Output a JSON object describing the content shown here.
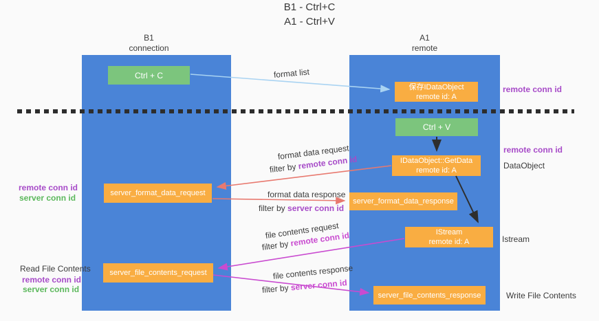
{
  "colors": {
    "panel_blue": "#4a84d7",
    "box_green": "#7cc57d",
    "box_orange": "#f9ad42",
    "arrow_lightblue": "#a9d3f2",
    "arrow_salmon": "#e8796f",
    "arrow_magenta": "#c94bd0",
    "arrow_black": "#2e2e2e",
    "text_purple": "#a74bc8",
    "text_green": "#5cb85c"
  },
  "title": {
    "line1": "B1 - Ctrl+C",
    "line2": "A1 - Ctrl+V"
  },
  "columns": {
    "left": {
      "name": "B1",
      "role": "connection"
    },
    "right": {
      "name": "A1",
      "role": "remote"
    }
  },
  "nodes": {
    "ctrl_c": {
      "label": "Ctrl + C"
    },
    "ctrl_v": {
      "label": "Ctrl + V"
    },
    "save_dataobject": {
      "line1": "保存IDataObject",
      "line2": "remote id: A"
    },
    "getdata": {
      "line1": "IDataObject::GetData",
      "line2": "remote id: A"
    },
    "istream": {
      "line1": "IStream",
      "line2": "remote id: A"
    },
    "format_request": {
      "label": "server_format_data_request"
    },
    "format_response": {
      "label": "server_format_data_response"
    },
    "file_request": {
      "label": "server_file_contents_request"
    },
    "file_response": {
      "label": "server_file_contents_response"
    }
  },
  "side_labels": {
    "right_top_conn": "remote conn id",
    "right_mid_conn": "remote conn id",
    "dataobject": "DataObject",
    "istream": "Istream",
    "write_file": "Write File Contents",
    "left_remote_1": "remote conn id",
    "left_server_1": "server conn id",
    "read_file": "Read File Contents",
    "left_remote_2": "remote conn id",
    "left_server_2": "server conn id"
  },
  "arrow_labels": {
    "format_list": "format list",
    "format_data_request": "format data request",
    "filter_prefix_1": "filter by ",
    "filter_id_1": "remote conn id",
    "format_data_response": "format data response",
    "filter_prefix_2": "filter by ",
    "filter_id_2": "server conn id",
    "file_contents_request": "file contents request",
    "filter_prefix_3": "filter by ",
    "filter_id_3": "remote conn id",
    "file_contents_response": "file contents response",
    "filter_prefix_4": "filter by ",
    "filter_id_4": "server conn id"
  }
}
